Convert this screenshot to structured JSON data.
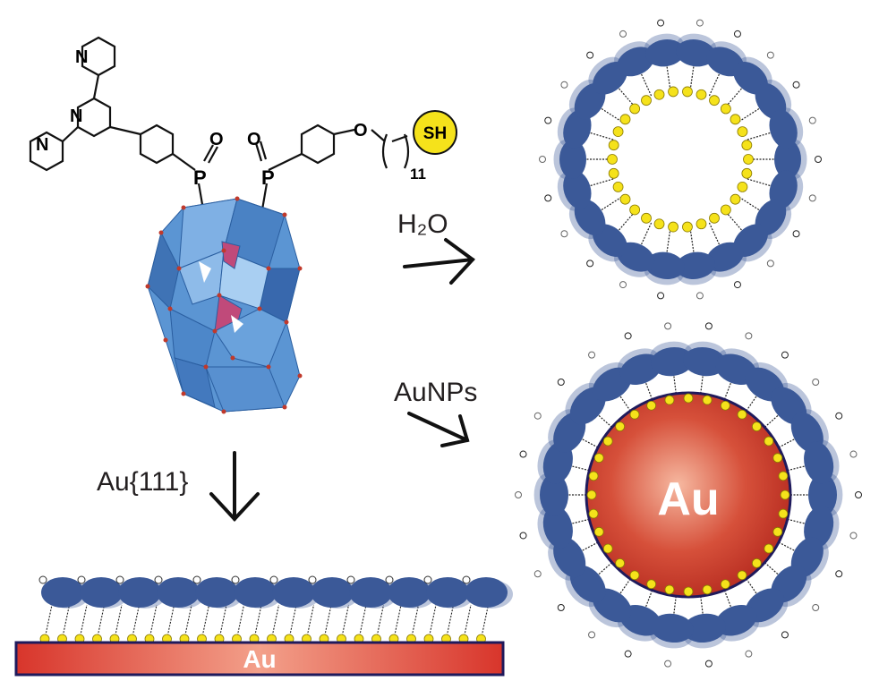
{
  "labels": {
    "water": "H₂O",
    "nanoparticles": "AuNPs",
    "surface": "Au{111}",
    "au_particle": "Au",
    "au_substrate": "Au"
  },
  "molecule": {
    "atoms": [
      "N",
      "N",
      "N",
      "P",
      "O",
      "P",
      "O",
      "O"
    ],
    "thiol": "SH",
    "chain_repeat": "11"
  },
  "colors": {
    "polyoxometalate": "#4a86c8",
    "disc": "#3b5998",
    "thiol_dot": "#f5e21b",
    "gold_core": "#c8382a",
    "gold_highlight": "#f2a58a",
    "outline": "#1f1a5c"
  }
}
